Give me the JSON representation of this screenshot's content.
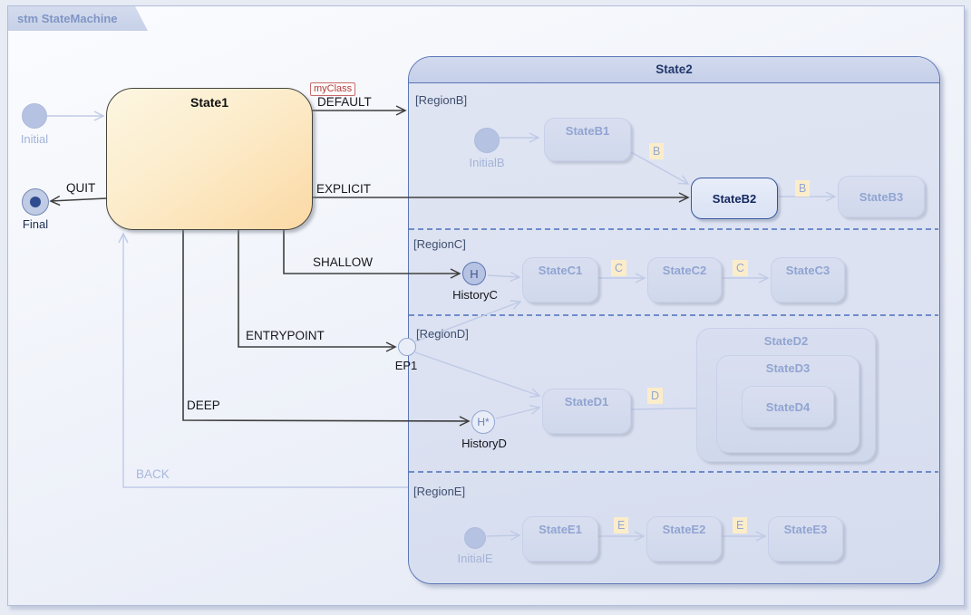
{
  "frame": {
    "title": "stm StateMachine"
  },
  "colors": {
    "accent_border": "#5b76b5",
    "state1_fill_top": "#fdf6e2",
    "state1_fill_bottom": "#fbd9a4",
    "active_state_border": "#33549c",
    "trigger_bg": "#fcedca",
    "divider_dash": "#4a6fbd",
    "stereotype_red": "#b23a3a",
    "faded_line": "#bfcae6",
    "dark_line": "#3f3f3f"
  },
  "left_side": {
    "initial_label": "Initial",
    "final_label": "Final",
    "state1_label": "State1"
  },
  "transitions": {
    "quit": "QUIT",
    "stereotype": "myClass",
    "default": "DEFAULT",
    "explicit": "EXPLICIT",
    "shallow": "SHALLOW",
    "entrypoint": "ENTRYPOINT",
    "deep": "DEEP",
    "back": "BACK"
  },
  "state2": {
    "title": "State2",
    "region_b": {
      "label": "[RegionB]",
      "initial": "InitialB",
      "s1": "StateB1",
      "s2": "StateB2",
      "s3": "StateB3",
      "trigger": "B"
    },
    "region_c": {
      "label": "[RegionC]",
      "history": "HistoryC",
      "history_glyph": "H",
      "s1": "StateC1",
      "s2": "StateC2",
      "s3": "StateC3",
      "trigger": "C"
    },
    "region_d": {
      "label": "[RegionD]",
      "entry": "EP1",
      "history": "HistoryD",
      "history_glyph": "H*",
      "s1": "StateD1",
      "s2": "StateD2",
      "s3": "StateD3",
      "s4": "StateD4",
      "trigger": "D"
    },
    "region_e": {
      "label": "[RegionE]",
      "initial": "InitialE",
      "s1": "StateE1",
      "s2": "StateE2",
      "s3": "StateE3",
      "trigger": "E"
    }
  }
}
